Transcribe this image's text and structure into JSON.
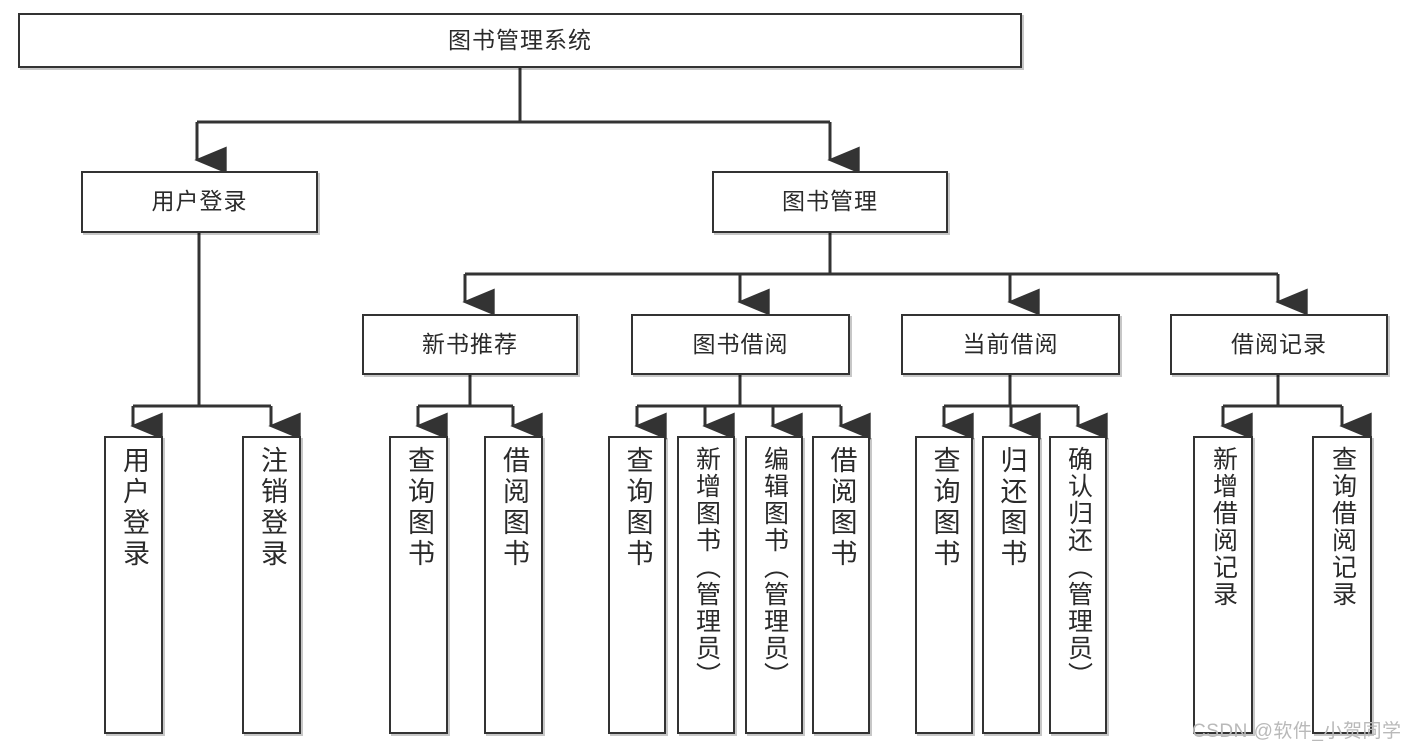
{
  "diagram": {
    "type": "tree",
    "title": "图书管理系统",
    "watermark": "CSDN @软件_小贺同学",
    "colors": {
      "stroke": "#333333",
      "fill": "#ffffff",
      "text": "#2a2a2a",
      "watermark": "#b9b9b9"
    },
    "nodes": {
      "root": {
        "label": "图书管理系统"
      },
      "level2": [
        {
          "id": "user-login",
          "label": "用户登录"
        },
        {
          "id": "book-manage",
          "label": "图书管理"
        }
      ],
      "level3": [
        {
          "id": "new-book-recommend",
          "label": "新书推荐"
        },
        {
          "id": "book-borrow",
          "label": "图书借阅"
        },
        {
          "id": "current-borrow",
          "label": "当前借阅"
        },
        {
          "id": "borrow-record",
          "label": "借阅记录"
        }
      ],
      "leaves": {
        "user-login": [
          {
            "id": "leaf-user-login",
            "label": "用户登录"
          },
          {
            "id": "leaf-logout-login",
            "label": "注销登录"
          }
        ],
        "new-book-recommend": [
          {
            "id": "leaf-query-book-1",
            "label": "查询图书"
          },
          {
            "id": "leaf-borrow-book-1",
            "label": "借阅图书"
          }
        ],
        "book-borrow": [
          {
            "id": "leaf-query-book-2",
            "label": "查询图书"
          },
          {
            "id": "leaf-add-book",
            "label": "新增图书（管理员）"
          },
          {
            "id": "leaf-edit-book",
            "label": "编辑图书（管理员）"
          },
          {
            "id": "leaf-borrow-book-2",
            "label": "借阅图书"
          }
        ],
        "current-borrow": [
          {
            "id": "leaf-query-book-3",
            "label": "查询图书"
          },
          {
            "id": "leaf-return-book",
            "label": "归还图书"
          },
          {
            "id": "leaf-confirm-return",
            "label": "确认归还（管理员）"
          }
        ],
        "borrow-record": [
          {
            "id": "leaf-add-record",
            "label": "新增借阅记录"
          },
          {
            "id": "leaf-query-record",
            "label": "查询借阅记录"
          }
        ]
      }
    }
  }
}
